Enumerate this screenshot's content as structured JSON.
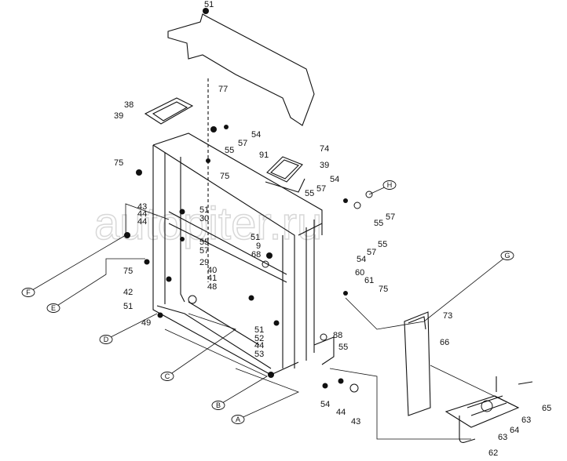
{
  "watermark": "autopiter.ru",
  "part_labels": [
    "51",
    "77",
    "38",
    "39",
    "54",
    "57",
    "55",
    "91",
    "74",
    "39",
    "75",
    "75",
    "54",
    "57",
    "55",
    "57",
    "55",
    "55",
    "57",
    "54",
    "43",
    "44",
    "44",
    "51",
    "30",
    "51",
    "9",
    "68",
    "55",
    "57",
    "29",
    "75",
    "40",
    "41",
    "48",
    "42",
    "51",
    "49",
    "60",
    "61",
    "75",
    "73",
    "66",
    "88",
    "55",
    "51",
    "52",
    "44",
    "53",
    "54",
    "44",
    "43",
    "65",
    "63",
    "64",
    "63",
    "62"
  ],
  "reference_markers": [
    "H",
    "G",
    "F",
    "E",
    "D",
    "C",
    "B",
    "A"
  ]
}
